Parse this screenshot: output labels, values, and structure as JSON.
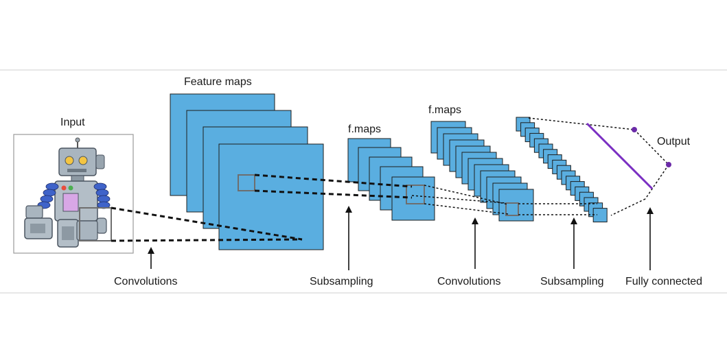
{
  "labels": {
    "input": "Input",
    "feature_maps": "Feature maps",
    "fmaps_1": "f.maps",
    "fmaps_2": "f.maps",
    "output": "Output",
    "convolutions_1": "Convolutions",
    "subsampling_1": "Subsampling",
    "convolutions_2": "Convolutions",
    "subsampling_2": "Subsampling",
    "fully_connected": "Fully connected"
  },
  "colors": {
    "map_fill": "#5aaee0",
    "map_stroke": "#1d1d1d",
    "output_line": "#7a2fc2",
    "output_node": "#6b2aa8",
    "rule_line": "#cfcfcf"
  },
  "icons": {
    "input_image": "robot-toy-icon"
  }
}
